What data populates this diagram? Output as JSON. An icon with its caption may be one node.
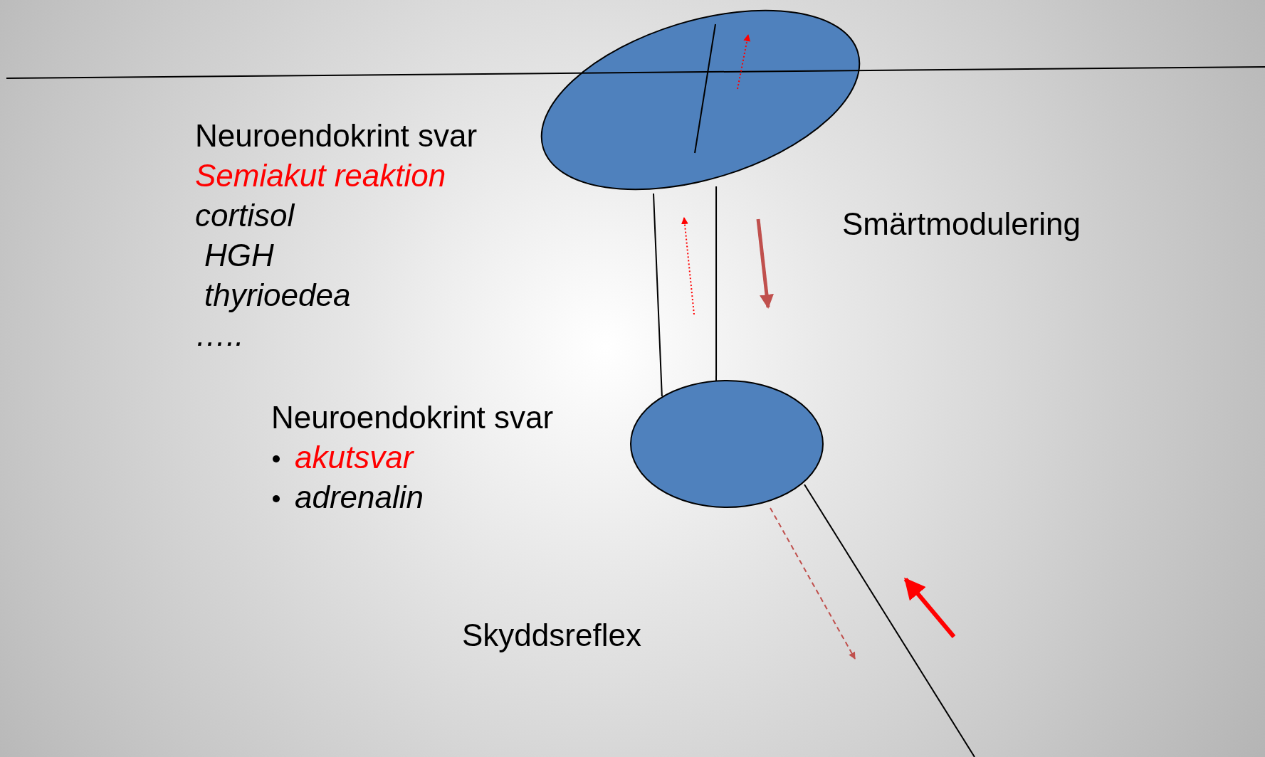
{
  "diagram": {
    "nodes": [
      {
        "text": [],
        "shape": "ellipse"
      },
      {
        "text": [],
        "shape": "ellipse"
      }
    ],
    "edges": [
      {
        "from": 0,
        "to": 1,
        "arrow": "none"
      },
      {
        "from": 0,
        "to": 1,
        "arrow": "none"
      }
    ],
    "labels": [
      "Neuroendokrint svar",
      "Semiakut reaktion",
      "cortisol",
      "HGH",
      "thyrioedea",
      "…..",
      "Smärtmodulering",
      "Neuroendokrint svar",
      "akutsvar",
      "adrenalin",
      "Skyddsreflex"
    ]
  }
}
